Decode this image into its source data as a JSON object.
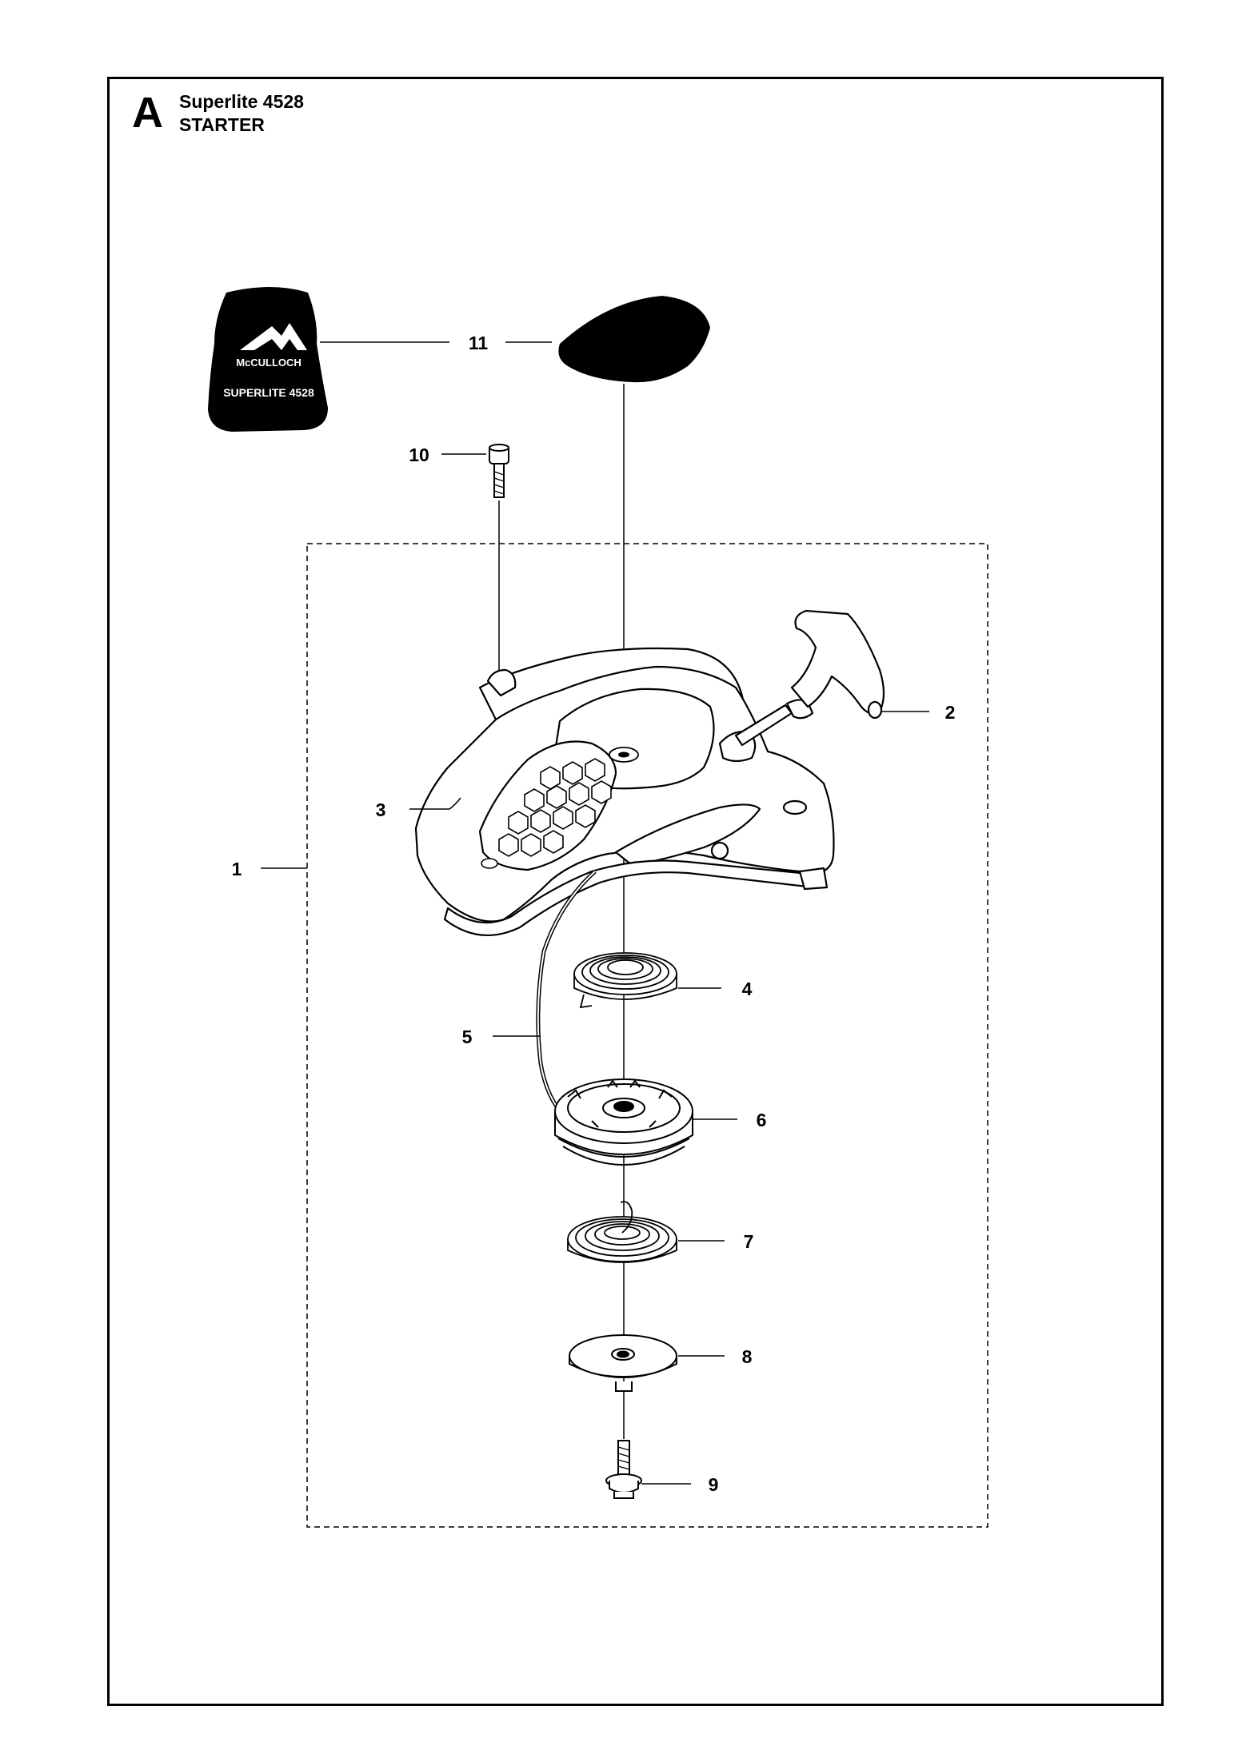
{
  "header": {
    "section_letter": "A",
    "model": "Superlite 4528",
    "assembly": "STARTER"
  },
  "decal": {
    "brand_text": "McCULLOCH",
    "model_text": "SUPERLITE 4528"
  },
  "callouts": {
    "c1": "1",
    "c2": "2",
    "c3": "3",
    "c4": "4",
    "c5": "5",
    "c6": "6",
    "c7": "7",
    "c8": "8",
    "c9": "9",
    "c10": "10",
    "c11": "11"
  },
  "colors": {
    "ink": "#000000",
    "paper": "#ffffff"
  }
}
